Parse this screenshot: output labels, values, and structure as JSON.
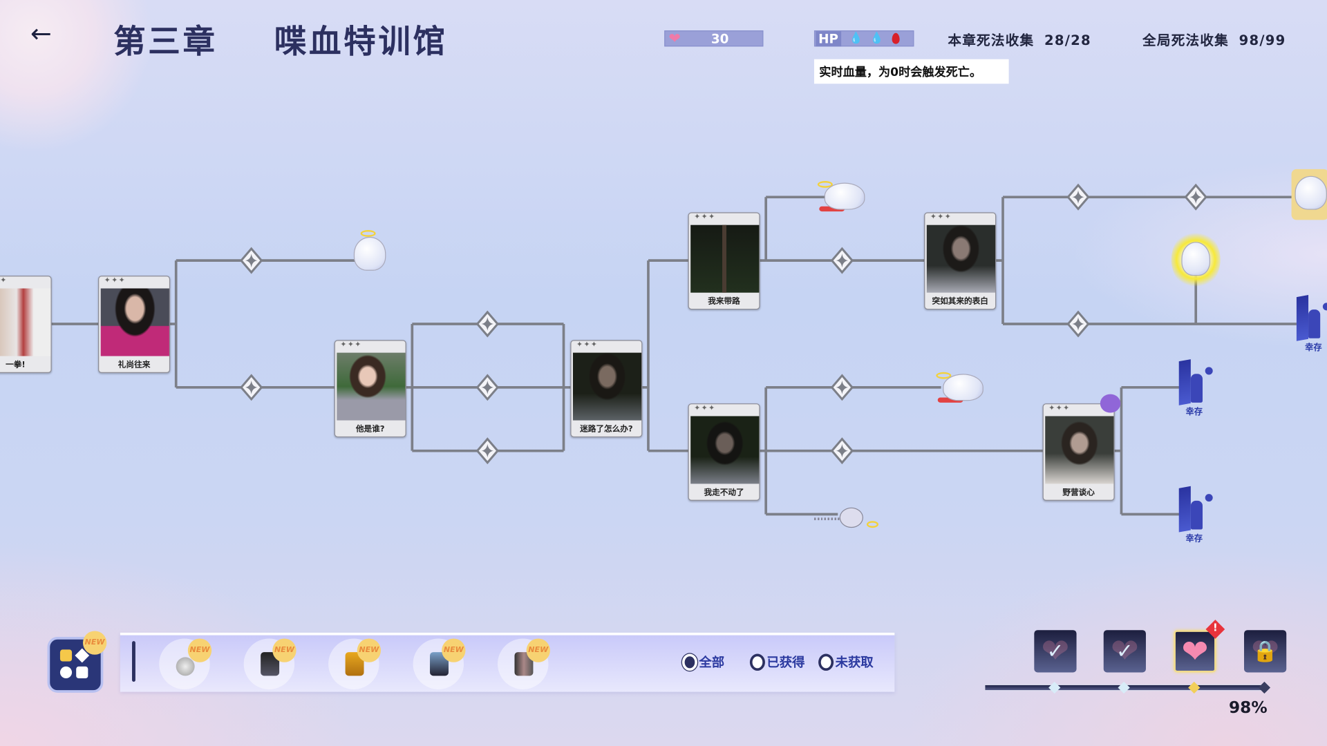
{
  "header": {
    "back_icon": "arrow-left-icon",
    "chapter": "第三章",
    "level_name": "喋血特训馆",
    "hearts": {
      "icon": "heart-gem-icon",
      "value": "30"
    },
    "hp": {
      "label": "HP",
      "drops": [
        "empty",
        "empty",
        "full"
      ],
      "full_color": "#d8202a"
    },
    "chapter_collection": {
      "label": "本章死法收集",
      "value": "28/28"
    },
    "global_collection": {
      "label": "全局死法收集",
      "value": "98/99"
    },
    "tooltip": "实时血量，为0时会触发死亡。"
  },
  "story_nodes": [
    {
      "label": "一拳!",
      "stars": "✦✦✦"
    },
    {
      "label": "礼尚往来",
      "stars": "✦✦✦"
    },
    {
      "label": "他是谁?",
      "stars": "✦✦✦"
    },
    {
      "label": "迷路了怎么办?",
      "stars": "✦✦✦"
    },
    {
      "label": "我来带路",
      "stars": "✦✦✦"
    },
    {
      "label": "我走不动了",
      "stars": "✦✦✦"
    },
    {
      "label": "突如其来的表白",
      "stars": "✦✦✦"
    },
    {
      "label": "野营谈心",
      "stars": "✦✦✦"
    }
  ],
  "endings": {
    "survive_label": "幸存"
  },
  "bottom": {
    "new_badge": "NEW",
    "items": [
      "coin",
      "figure",
      "bottle",
      "figure-2",
      "poster"
    ],
    "filters": [
      {
        "label": "全部",
        "selected": true
      },
      {
        "label": "已获得",
        "selected": false
      },
      {
        "label": "未获取",
        "selected": false
      }
    ]
  },
  "rewards": {
    "boxes": [
      "claimed",
      "claimed",
      "available",
      "locked"
    ],
    "alert": "!",
    "progress_percent": 98,
    "progress_label": "98%",
    "accent": "#f2cf5a"
  }
}
